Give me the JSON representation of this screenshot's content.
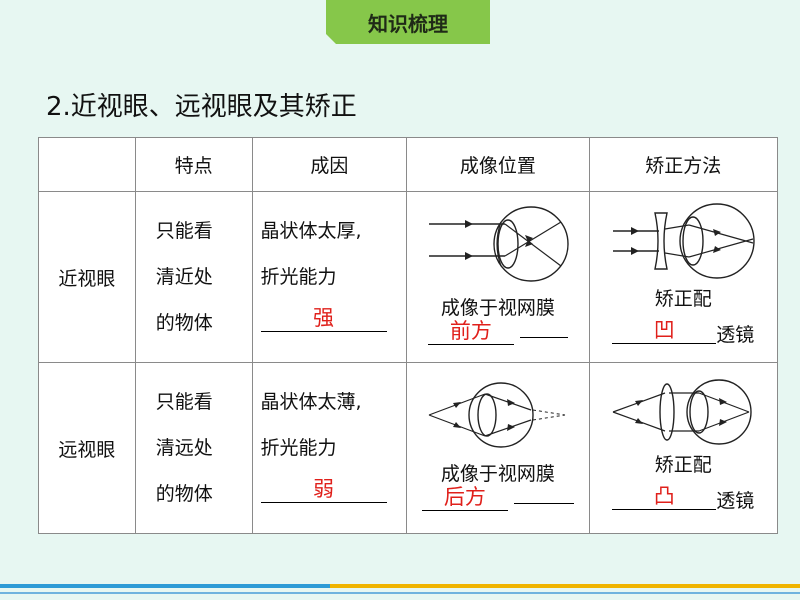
{
  "header": {
    "tab": "知识梳理"
  },
  "section": {
    "title": "2.近视眼、远视眼及其矫正"
  },
  "table": {
    "columns": [
      "",
      "特点",
      "成因",
      "成像位置",
      "矫正方法"
    ],
    "rows": [
      {
        "name": "近视眼",
        "feature": [
          "只能看",
          "清近处",
          "的物体"
        ],
        "cause": [
          "晶状体太厚,",
          "折光能力"
        ],
        "cause_answer": "强",
        "position_text": "成像于视网膜",
        "position_answer": "前方",
        "fix_text": "矫正配",
        "fix_answer": "凹",
        "fix_suffix": "透镜"
      },
      {
        "name": "远视眼",
        "feature": [
          "只能看",
          "清远处",
          "的物体"
        ],
        "cause": [
          "晶状体太薄,",
          "折光能力"
        ],
        "cause_answer": "弱",
        "position_text": "成像于视网膜",
        "position_answer": "后方",
        "fix_text": "矫正配",
        "fix_answer": "凸",
        "fix_suffix": "透镜"
      }
    ]
  },
  "colors": {
    "answer": "#e0201b",
    "tab": "#86c74a",
    "background": "#e7f7f2"
  },
  "icons": [
    "myopia-eye-diagram",
    "hyperopia-eye-diagram",
    "concave-lens-correction-diagram",
    "convex-lens-correction-diagram"
  ]
}
